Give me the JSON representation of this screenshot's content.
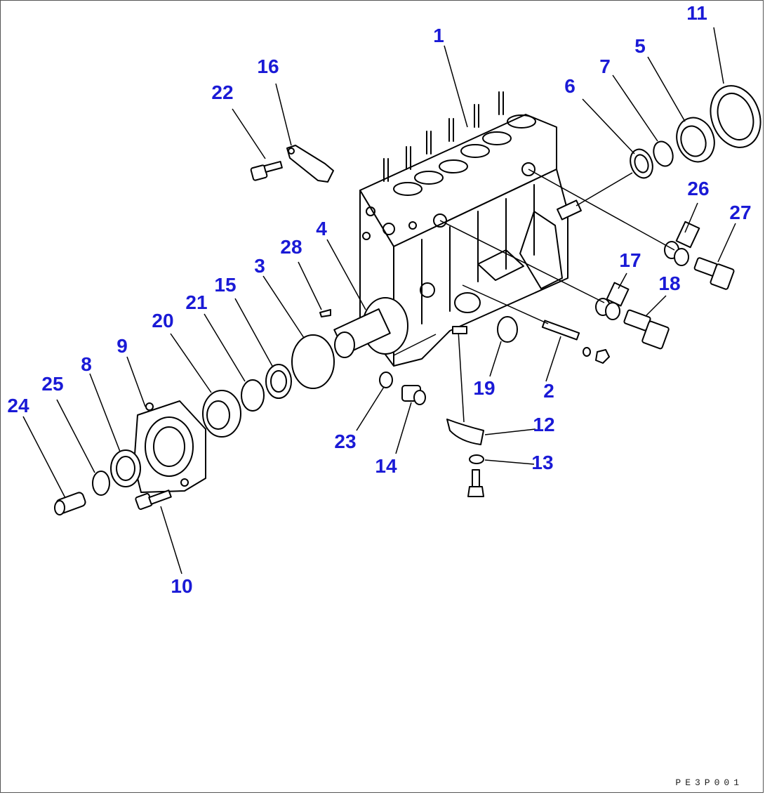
{
  "callouts": [
    "1",
    "2",
    "3",
    "4",
    "5",
    "6",
    "7",
    "8",
    "9",
    "10",
    "11",
    "12",
    "13",
    "14",
    "15",
    "16",
    "17",
    "18",
    "19",
    "20",
    "21",
    "22",
    "23",
    "24",
    "25",
    "26",
    "27",
    "28"
  ],
  "drawing_code": "PE3P001",
  "colors": {
    "callout": "#1a1ad6",
    "line": "#000000",
    "background": "#ffffff"
  }
}
